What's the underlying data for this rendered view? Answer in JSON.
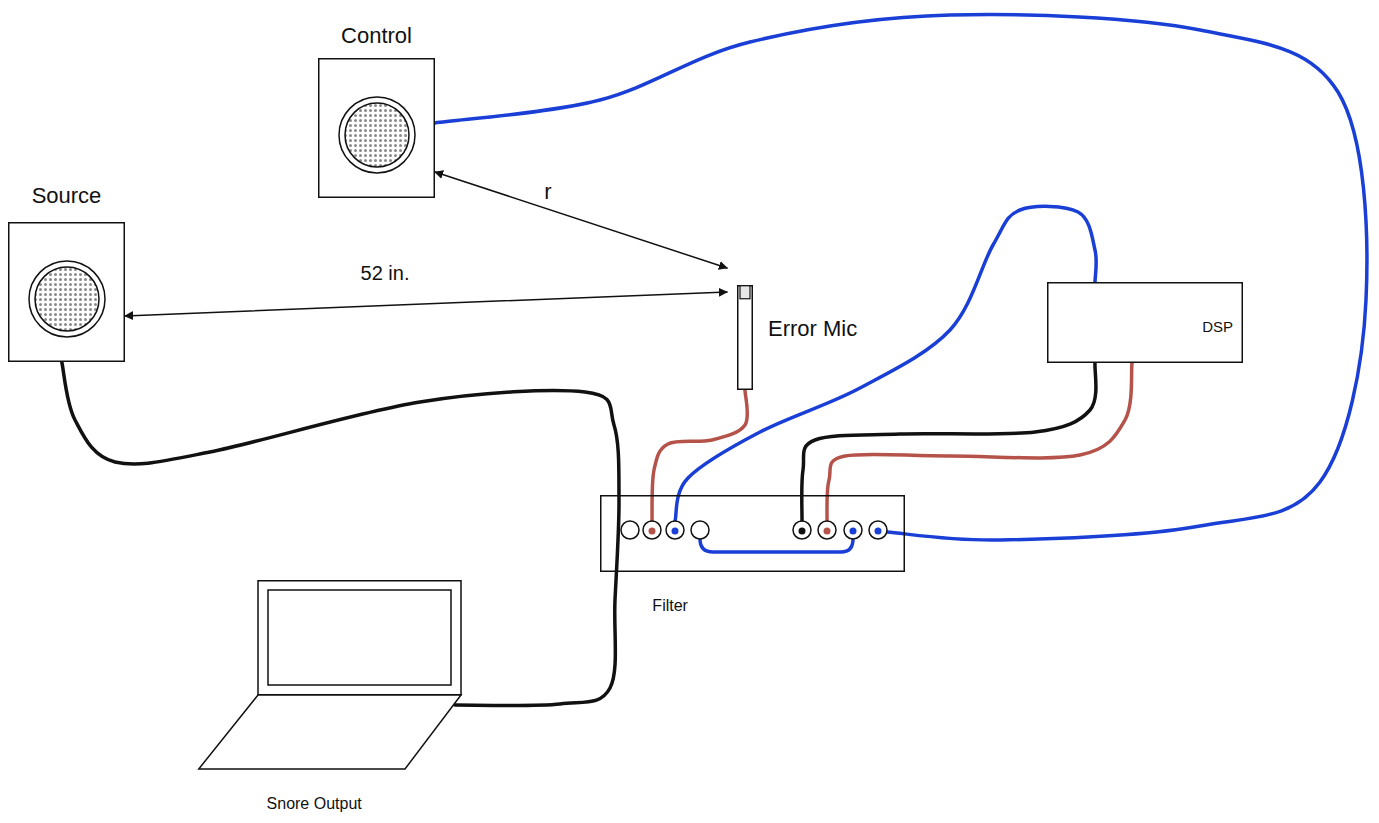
{
  "diagram": {
    "nodes": [
      {
        "text": [
          "Control"
        ]
      },
      {
        "text": [
          "Source"
        ]
      },
      {
        "text": [
          "Error Mic"
        ]
      },
      {
        "text": [
          "DSP"
        ]
      },
      {
        "text": [
          "Filter"
        ]
      },
      {
        "text": [
          "Snore Output"
        ]
      }
    ],
    "edges": [
      {
        "from": 1,
        "to": 5,
        "arrow": "none"
      },
      {
        "from": 2,
        "to": 4,
        "arrow": "none"
      },
      {
        "from": 4,
        "to": 3,
        "arrow": "none"
      },
      {
        "from": 3,
        "to": 4,
        "arrow": "none"
      },
      {
        "from": 3,
        "to": 4,
        "arrow": "none"
      },
      {
        "from": 4,
        "to": 0,
        "arrow": "none"
      },
      {
        "from": 0,
        "to": 2,
        "arrow": "both",
        "label": "r"
      },
      {
        "from": 1,
        "to": 2,
        "arrow": "both",
        "label": "52 in."
      }
    ]
  }
}
